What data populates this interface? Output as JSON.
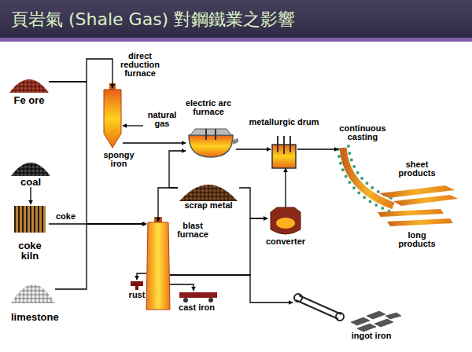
{
  "diagram": {
    "title": "頁岩氣 (Shale Gas) 對鋼鐵業之影響",
    "nodes": [
      {
        "text": [
          "Fe ore"
        ]
      },
      {
        "text": [
          "coal"
        ]
      },
      {
        "text": [
          "coke kiln"
        ]
      },
      {
        "text": [
          "limestone"
        ]
      },
      {
        "text": [
          "direct reduction furnace"
        ]
      },
      {
        "text": [
          "natural gas"
        ]
      },
      {
        "text": [
          "electric arc furnace"
        ]
      },
      {
        "text": [
          "metallurgic drum"
        ]
      },
      {
        "text": [
          "continuous casting"
        ]
      },
      {
        "text": [
          "sheet products"
        ]
      },
      {
        "text": [
          "long products"
        ]
      },
      {
        "text": [
          "scrap metal"
        ]
      },
      {
        "text": [
          "blast furnace"
        ]
      },
      {
        "text": [
          "rust"
        ]
      },
      {
        "text": [
          "cast iron"
        ]
      },
      {
        "text": [
          "converter"
        ]
      },
      {
        "text": [
          "ingot iron"
        ]
      }
    ],
    "edges": [
      {
        "from": 0,
        "to": 4,
        "arrow": "to"
      },
      {
        "from": 0,
        "to": 12,
        "arrow": "to"
      },
      {
        "from": 1,
        "to": 2,
        "arrow": "to"
      },
      {
        "from": 2,
        "to": 12,
        "label": "coke",
        "arrow": "to"
      },
      {
        "from": 3,
        "to": 12,
        "arrow": "to"
      },
      {
        "from": 5,
        "to": 4,
        "arrow": "to"
      },
      {
        "from": 4,
        "to": 6,
        "label": "spongy iron",
        "arrow": "to"
      },
      {
        "from": 11,
        "to": 6,
        "arrow": "to"
      },
      {
        "from": 11,
        "to": 12,
        "arrow": "to"
      },
      {
        "from": 11,
        "to": 15,
        "arrow": "to"
      },
      {
        "from": 6,
        "to": 7,
        "arrow": "to"
      },
      {
        "from": 15,
        "to": 7,
        "arrow": "to"
      },
      {
        "from": 7,
        "to": 8,
        "arrow": "to"
      },
      {
        "from": 12,
        "to": 13,
        "arrow": "to"
      },
      {
        "from": 12,
        "to": 14,
        "arrow": "to"
      },
      {
        "from": 12,
        "to": 15,
        "arrow": "to"
      },
      {
        "from": 12,
        "to": 16,
        "arrow": "to"
      }
    ]
  }
}
